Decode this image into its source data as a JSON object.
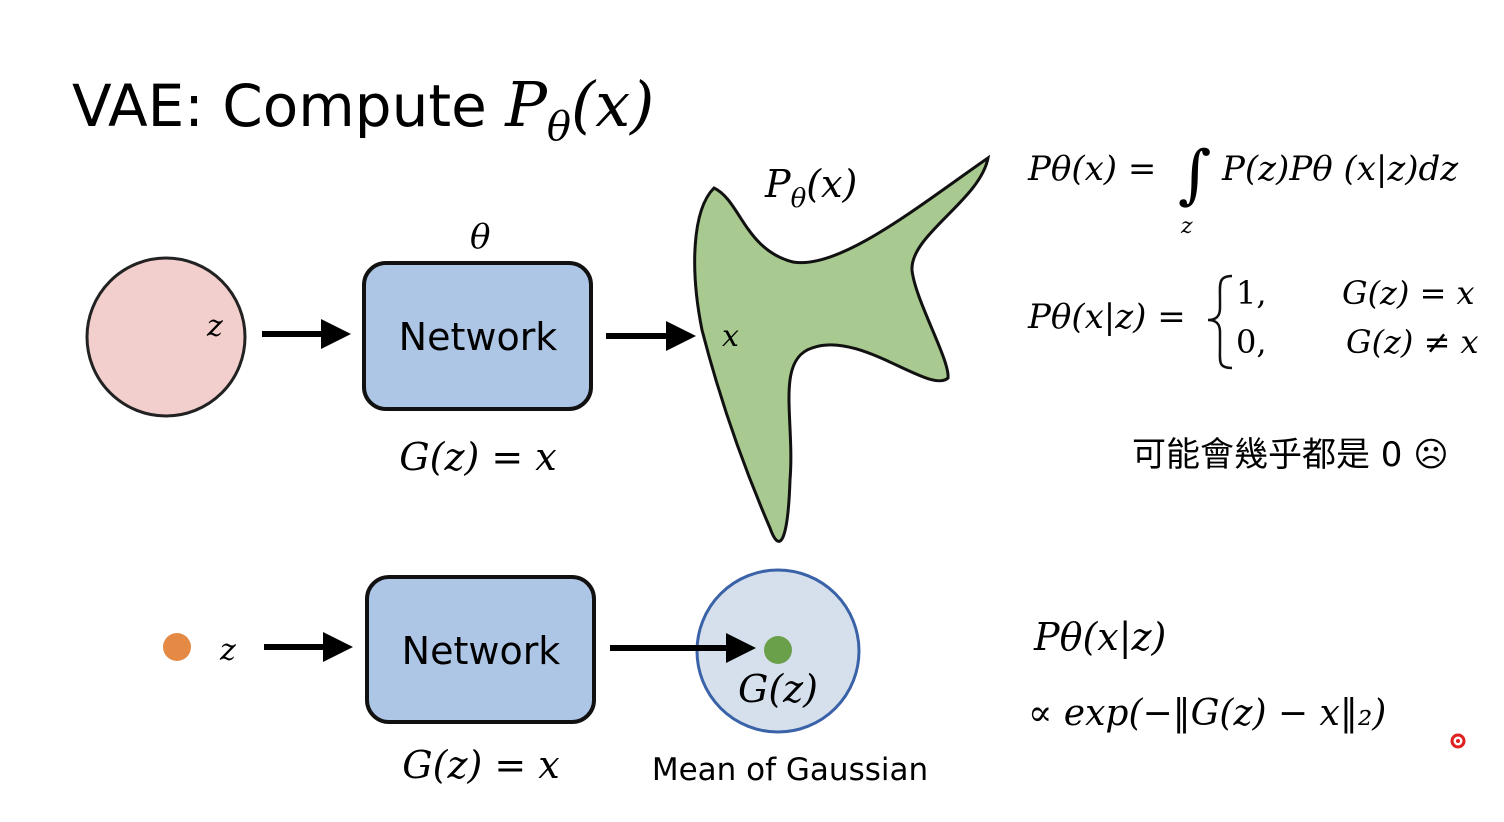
{
  "title": {
    "prefix": "VAE: Compute ",
    "math_main": "P",
    "math_sub": "θ",
    "math_arg": "(x)"
  },
  "top_diagram": {
    "latent_label": "z",
    "theta_label": "θ",
    "network_label": "Network",
    "mapping_label": "G(z) = x",
    "distribution_label_main": "P",
    "distribution_label_sub": "θ",
    "distribution_label_arg": "(x)",
    "point_label": "x"
  },
  "bottom_diagram": {
    "latent_label": "z",
    "network_label": "Network",
    "mapping_label": "G(z) = x",
    "gaussian_center_label": "G(z)",
    "gaussian_caption": "Mean of Gaussian"
  },
  "equations": {
    "marginal_lhs": "Pθ(x) =",
    "marginal_integral": "∫",
    "marginal_integral_var": "z",
    "marginal_rhs": "P(z)Pθ (x|z)dz",
    "conditional_lhs": "Pθ(x|z) =",
    "case1_value": "1,",
    "case1_condition": "G(z) = x",
    "case2_value": "0,",
    "case2_condition": "G(z) ≠ x",
    "note": "可能會幾乎都是 0 ☹",
    "gaussian_lhs": "Pθ(x|z)",
    "gaussian_rhs": "∝ exp(−‖G(z) − x‖₂)"
  },
  "colors": {
    "latent_fill": "#f2cfcc",
    "network_fill": "#aec6e6",
    "blob_fill": "#a8c98f",
    "gaussian_fill": "#d5e0ec",
    "gaussian_stroke": "#3a62a8",
    "latent_dot": "#e48a45",
    "mean_dot": "#6aa04a",
    "cursor": "#e02020"
  }
}
